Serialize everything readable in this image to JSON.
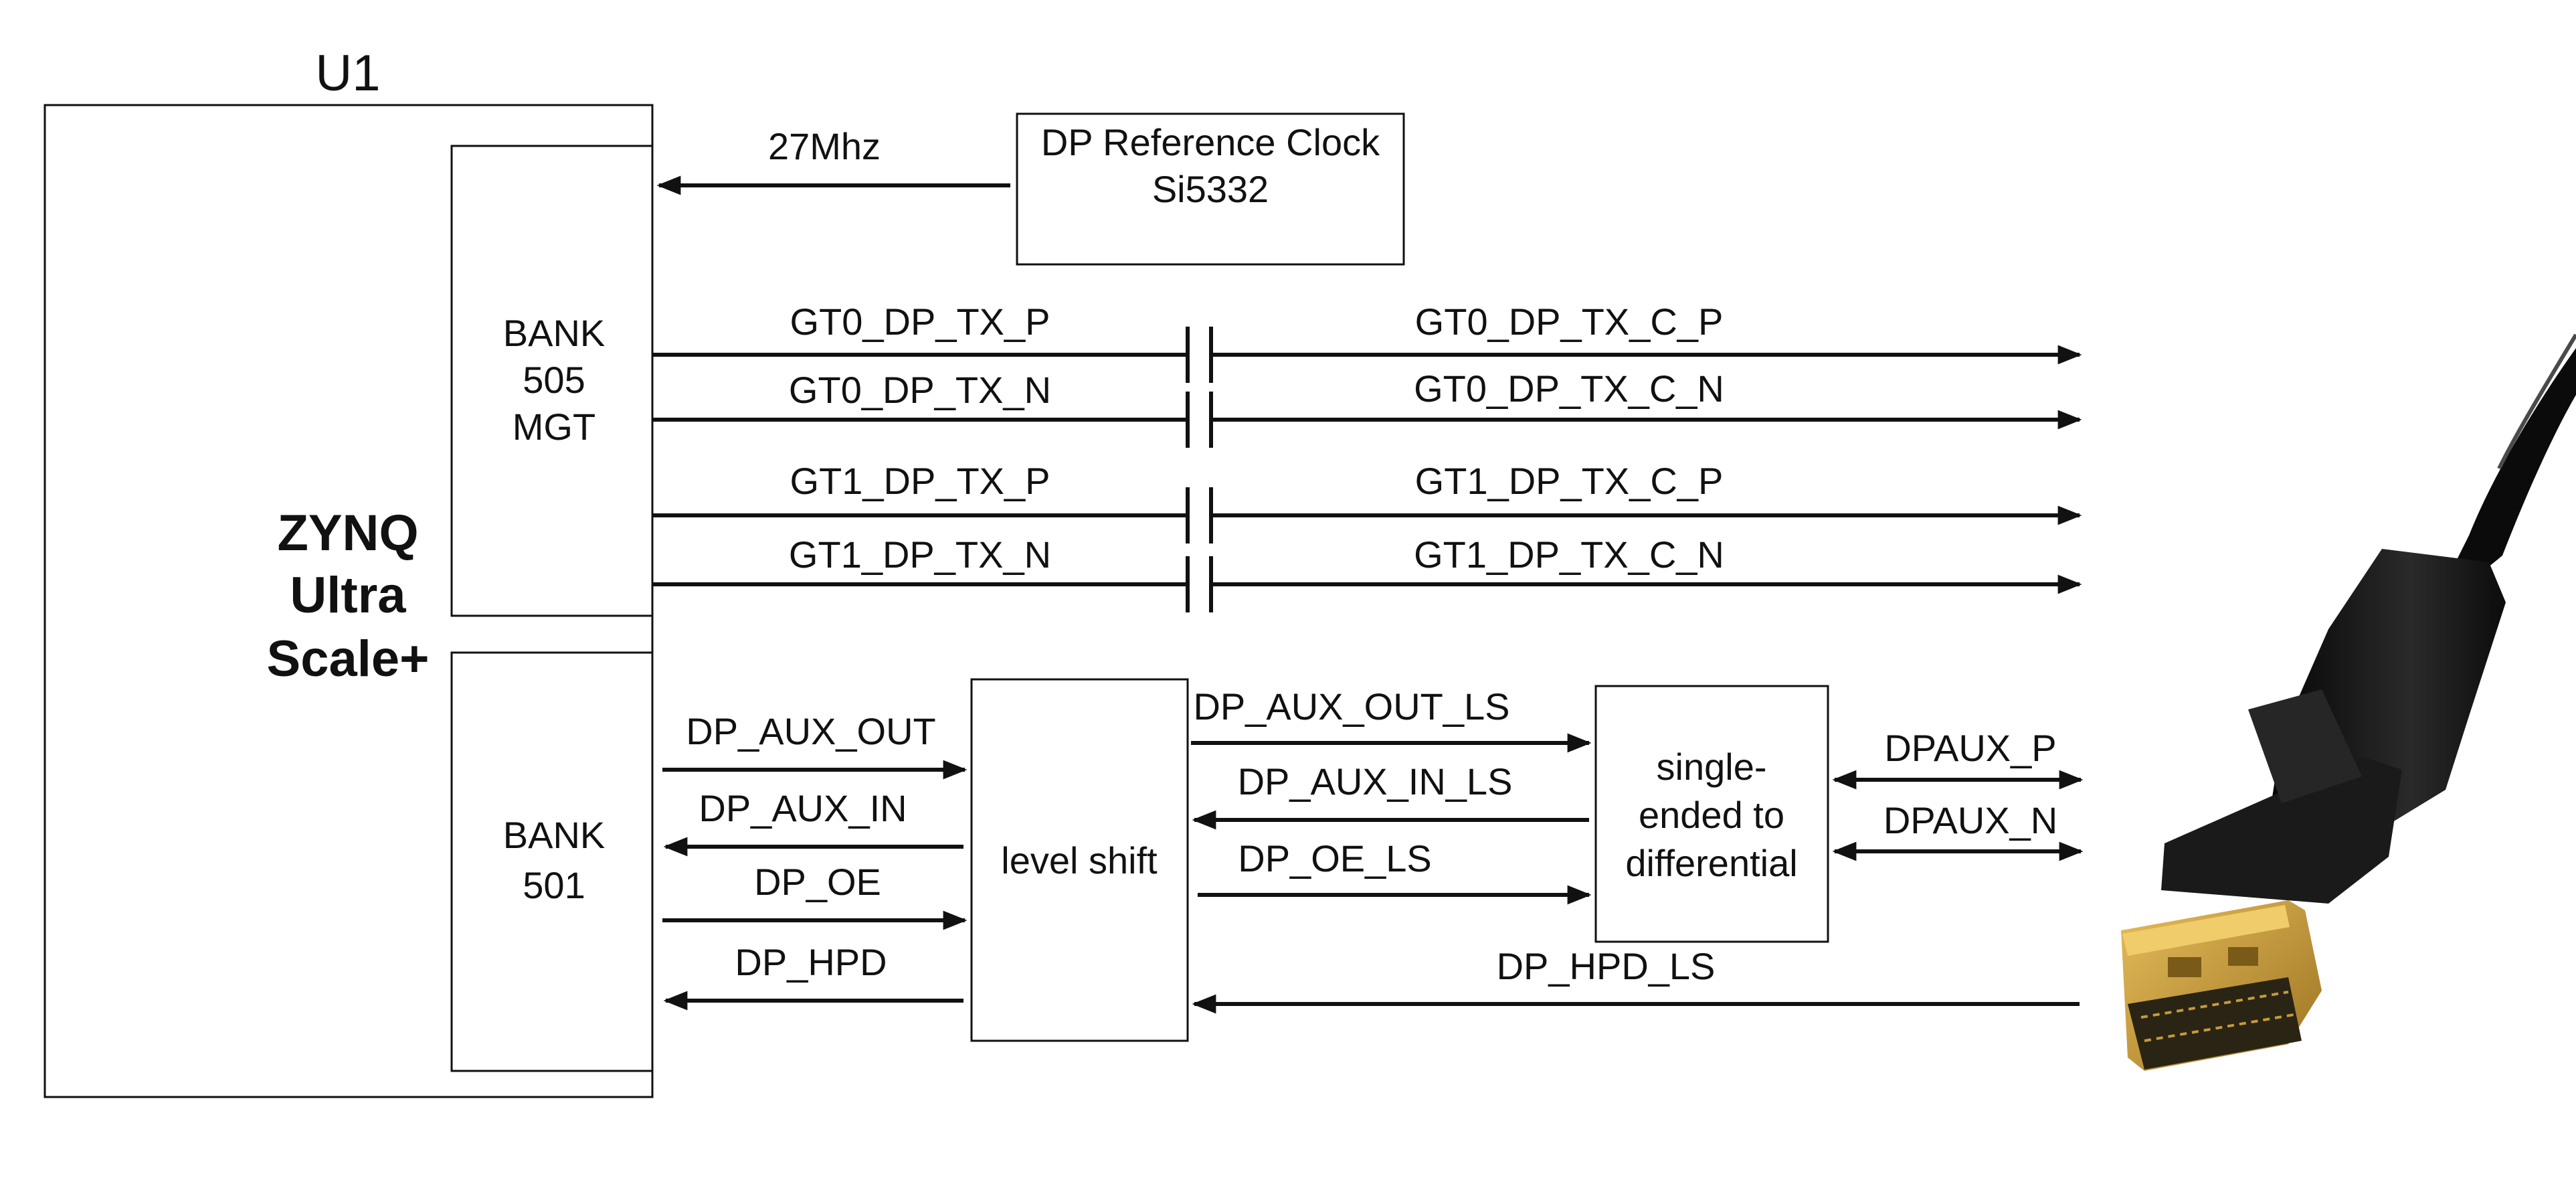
{
  "u1_label": "U1",
  "zynq_label": [
    "ZYNQ",
    "Ultra",
    "Scale+"
  ],
  "bank505_label": [
    "BANK",
    "505",
    "MGT"
  ],
  "bank501_label": [
    "BANK",
    "501"
  ],
  "ref_clock": {
    "line1": "DP Reference Clock",
    "line2": "Si5332",
    "freq": "27Mhz"
  },
  "mgt_signals": [
    {
      "fpga_side": "GT0_DP_TX_P",
      "conn_side": "GT0_DP_TX_C_P"
    },
    {
      "fpga_side": "GT0_DP_TX_N",
      "conn_side": "GT0_DP_TX_C_N"
    },
    {
      "fpga_side": "GT1_DP_TX_P",
      "conn_side": "GT1_DP_TX_C_P"
    },
    {
      "fpga_side": "GT1_DP_TX_N",
      "conn_side": "GT1_DP_TX_C_N"
    }
  ],
  "level_shift_label": "level shift",
  "bank501_signals": [
    "DP_AUX_OUT",
    "DP_AUX_IN",
    "DP_OE",
    "DP_HPD"
  ],
  "ls_signals": [
    "DP_AUX_OUT_LS",
    "DP_AUX_IN_LS",
    "DP_OE_LS"
  ],
  "s2d_label": [
    "single-",
    "ended to",
    "differential"
  ],
  "diff_signals": [
    "DPAUX_P",
    "DPAUX_N"
  ],
  "hpd_ls_label": "DP_HPD_LS",
  "connector_icon": "displayport-connector-icon",
  "colors": {
    "line": "#111111",
    "connector_body": "#151515",
    "connector_plug": "#c79a3a",
    "connector_contacts": "#2a2414"
  }
}
